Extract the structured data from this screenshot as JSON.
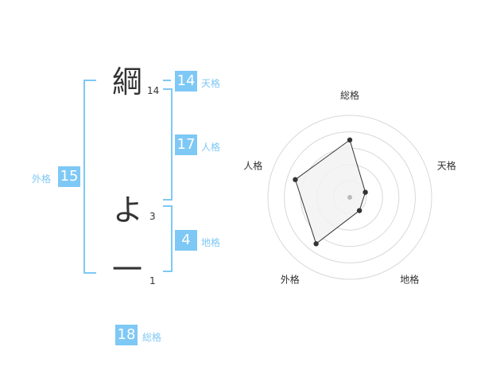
{
  "characters": [
    {
      "char": "綱",
      "strokes": "14"
    },
    {
      "char": "よ",
      "strokes": "3"
    },
    {
      "char": "一",
      "strokes": "1"
    }
  ],
  "kakusu": {
    "ten": {
      "label": "天格",
      "value": "14"
    },
    "jin": {
      "label": "人格",
      "value": "17"
    },
    "chi": {
      "label": "地格",
      "value": "4"
    },
    "gai": {
      "label": "外格",
      "value": "15"
    },
    "sou": {
      "label": "総格",
      "value": "18"
    }
  },
  "chart_data": {
    "type": "radar",
    "axes": [
      "総格",
      "天格",
      "地格",
      "外格",
      "人格"
    ],
    "values": [
      3.5,
      1,
      1,
      3.5,
      3.5
    ],
    "rmax": 5,
    "rings": 5
  },
  "colors": {
    "accent": "#7ec8f5",
    "text": "#333333",
    "poly_fill": "#f2f2f2"
  }
}
